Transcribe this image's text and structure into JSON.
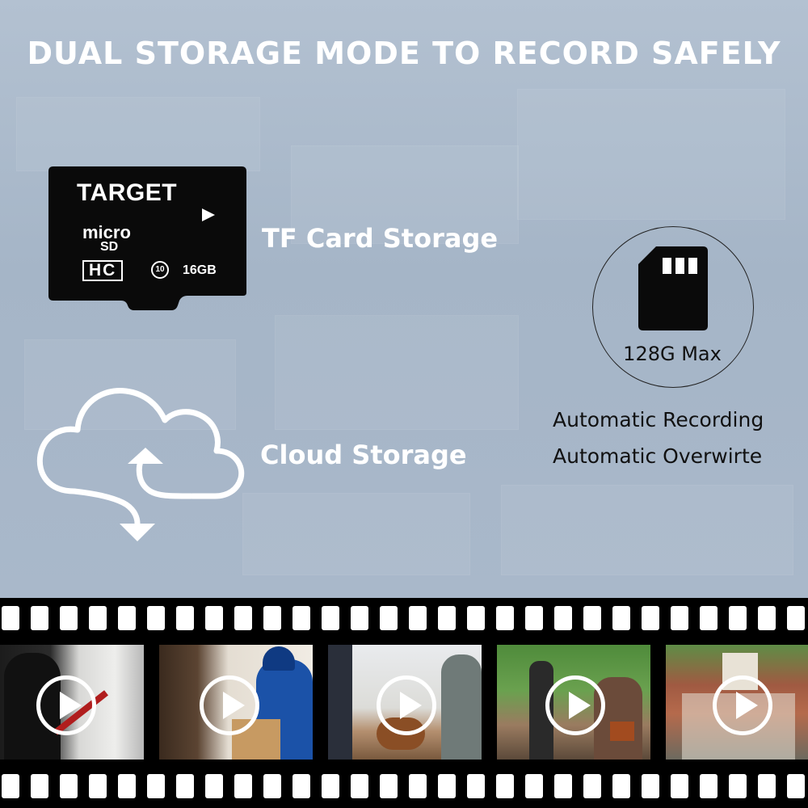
{
  "headline": "DUAL STORAGE MODE TO RECORD SAFELY",
  "sd_card": {
    "brand": "TARGET",
    "micro": "micro",
    "sd": "SD",
    "hc": "HC",
    "speed_class": "10",
    "capacity": "16GB"
  },
  "tf_label": "TF Card Storage",
  "cloud_label": "Cloud Storage",
  "max_capacity": "128G Max",
  "features": [
    "Automatic Recording",
    "Automatic Overwirte"
  ],
  "icons": {
    "sd_card": "sd-card-icon",
    "cloud": "cloud-sync-icon",
    "play": "play-icon"
  },
  "colors": {
    "background": "#a9b8c9",
    "text_light": "#ffffff",
    "text_dark": "#111111",
    "film": "#000000"
  }
}
